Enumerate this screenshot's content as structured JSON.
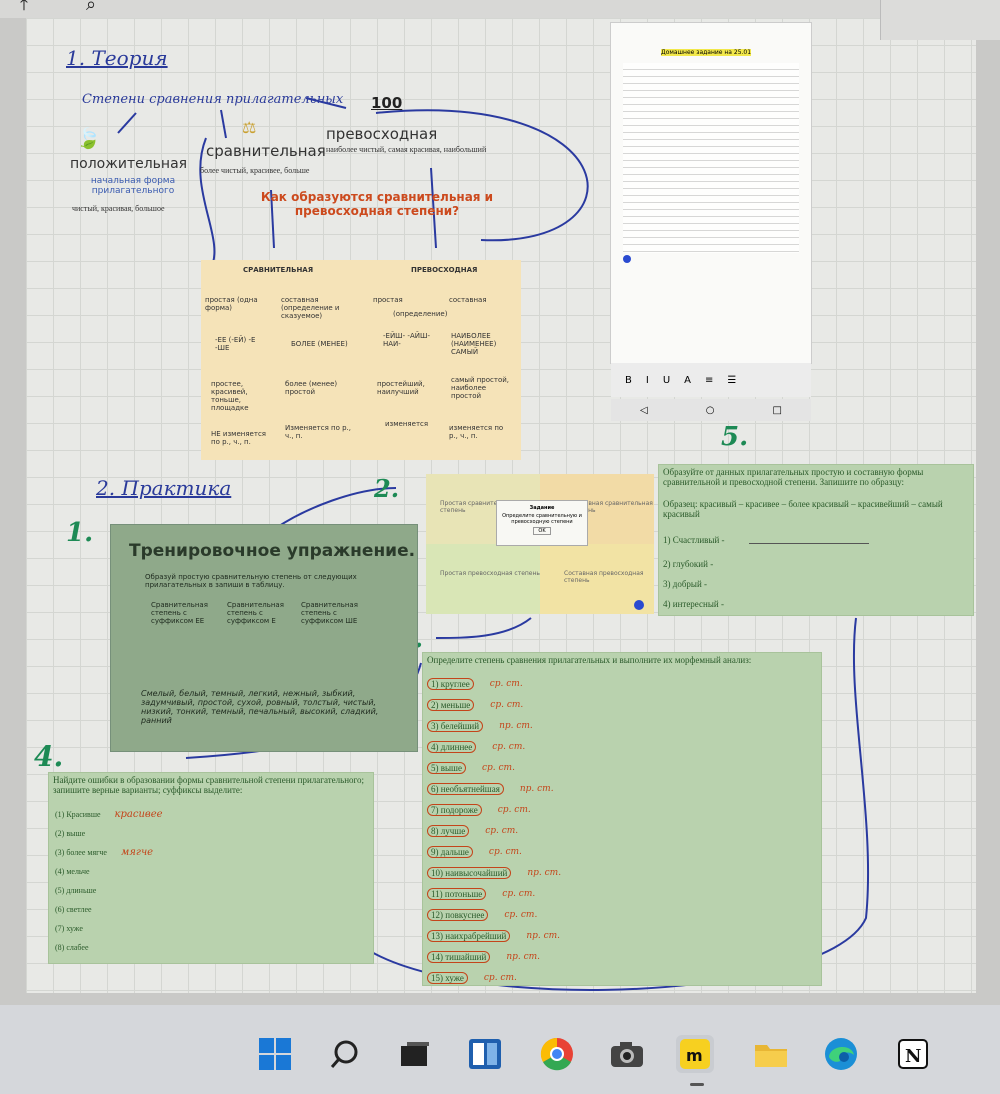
{
  "theory": {
    "heading": "1. Теория",
    "degrees_label": "Степени сравнения прилагательных",
    "positive": {
      "title": "положительная",
      "desc": "начальная форма прилагательного",
      "examples": "чистый, красивая, большое"
    },
    "comparative": {
      "title": "сравнительная",
      "examples": "более чистый, красивее, больше"
    },
    "superlative": {
      "badge": "100",
      "title": "превосходная",
      "examples": "наиболее чистый, самая красивая, наибольший"
    },
    "question": "Как образуются сравнительная и превосходная степени?",
    "table": {
      "col1": "СРАВНИТЕЛЬНАЯ",
      "col2": "ПРЕВОСХОДНАЯ",
      "simple1": "простая (одна форма)",
      "compound1": "составная (определение и сказуемое)",
      "simple2": "простая",
      "compound2": "составная",
      "note_def": "(определение)",
      "suf1": "-ЕЕ (-ЕЙ) -Е -ШЕ",
      "more": "БОЛЕЕ (МЕНЕЕ)",
      "suf2": "-ЕЙШ- -АЙШ- НАИ-",
      "most": "НАИБОЛЕЕ (НАИМЕНЕЕ) САМЫЙ",
      "ex1": "простее, красивей, тоньше, площадке",
      "ex2": "более (менее) простой",
      "ex3": "простейший, наилучший",
      "ex4": "самый простой, наиболее простой",
      "n1": "НЕ изменяется по р., ч., п.",
      "n2": "Изменяется по р., ч., п.",
      "n3": "изменяется",
      "n4": "изменяется по р., ч., п."
    }
  },
  "practice": {
    "heading": "2. Практика",
    "labels": [
      "1.",
      "2.",
      "3.",
      "4.",
      "5."
    ]
  },
  "exercise1": {
    "title": "Тренировочное упражнение.",
    "instruction": "Образуй простую сравнительную степень от следующих прилагательных в запиши в таблицу.",
    "col_headers": [
      "Сравнительная степень с суффиксом ЕЕ",
      "Сравнительная степень с суффиксом Е",
      "Сравнительная степень с суффиксом ШЕ"
    ],
    "words": "Смелый, белый, темный, легкий, нежный, зыбкий, задумчивый, простой, сухой, ровный, толстый, чистый, низкий, тонкий, темный, печальный, высокий, сладкий, ранний"
  },
  "exercise2": {
    "popup_title": "Задание",
    "popup_text": "Определите сравнительную и превосходную степени",
    "popup_btn": "OK",
    "tl": "Простая сравнительная степень",
    "tr": "Составная сравнительная степень",
    "bl": "Простая превосходная степень",
    "br": "Составная превосходная степень"
  },
  "exercise3": {
    "title": "Определите степень сравнения прилагательных и выполните их морфемный анализ:",
    "items": [
      "1) круглее",
      "2) меньше",
      "3) белейший",
      "4) длиннее",
      "5) выше",
      "6) необъятнейшая",
      "7) подороже",
      "8) лучше",
      "9) дальше",
      "10) наивысочайший",
      "11) потоньше",
      "12) повкуснее",
      "13) наихрабрейший",
      "14) тишайший",
      "15) хуже"
    ],
    "marks": [
      "ср. ст.",
      "ср. ст.",
      "пр. ст.",
      "ср. ст.",
      "ср. ст.",
      "пр. ст.",
      "ср. ст.",
      "ср. ст.",
      "ср. ст.",
      "пр. ст.",
      "ср. ст.",
      "ср. ст.",
      "пр. ст.",
      "пр. ст.",
      "ср. ст."
    ]
  },
  "exercise4": {
    "title": "Найдите ошибки в образовании формы сравнительной степени прилагательного; запишите верные варианты; суффиксы выделите:",
    "items": [
      "(1) Красивше",
      "(2) выше",
      "(3) более мягче",
      "(4) мельче",
      "(5) длиньше",
      "(6) светлее",
      "(7) хуже",
      "(8) слабее"
    ],
    "corrections": [
      "красивее",
      "",
      "мягче",
      "",
      "",
      "",
      "",
      ""
    ]
  },
  "exercise5": {
    "title": "Образуйте от данных прилагательных простую и составную формы сравнительной и превосходной степени. Запишите по образцу:",
    "sample": "Образец: красивый – красивее – более красивый – красивейший – самый красивый",
    "items": [
      "1) Счастливый -",
      "2) глубокий -",
      "3) добрый -",
      "4) интересный -"
    ]
  },
  "doc_preview": {
    "title": "Домашнее задание на 25.01",
    "toolbar": [
      "B",
      "I",
      "U",
      "A",
      "≡",
      "☰"
    ],
    "nav": [
      "◁",
      "○",
      "□"
    ]
  },
  "taskbar": {
    "icons": [
      "windows-start-icon",
      "search-icon",
      "task-view-icon",
      "widgets-icon",
      "chrome-icon",
      "camera-icon",
      "miro-icon",
      "folder-icon",
      "edge-icon",
      "notion-icon"
    ]
  }
}
